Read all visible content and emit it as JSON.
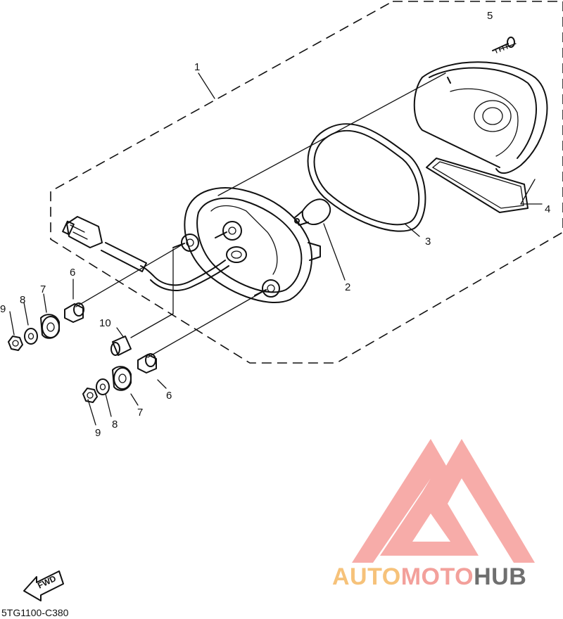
{
  "diagram_code": "5TG1100-C380",
  "fwd_label": "FWD",
  "watermark": {
    "part1": "AUTO",
    "part2": "MOTO",
    "part3": "HUB",
    "color1": "#f6c27a",
    "color2": "#f3a09b",
    "color3": "#6f6f6f"
  },
  "part_numbers": {
    "p1": "1",
    "p2": "2",
    "p3": "3",
    "p4": "4",
    "p5": "5",
    "p6a": "6",
    "p6b": "6",
    "p7a": "7",
    "p7b": "7",
    "p8a": "8",
    "p8b": "8",
    "p9a": "9",
    "p9b": "9",
    "p10": "10"
  }
}
